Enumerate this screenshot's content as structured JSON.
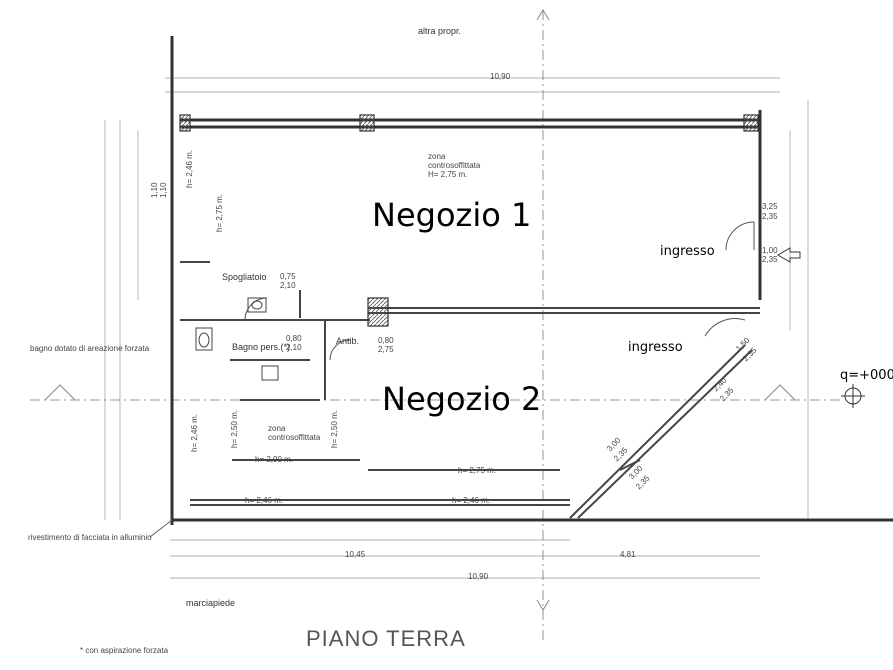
{
  "labels": {
    "altra_propr": "altra propr.",
    "negozio1": "Negozio 1",
    "negozio2": "Negozio 2",
    "ingresso1": "ingresso",
    "ingresso2": "ingresso",
    "zona_cs_top": "zona",
    "zona_cs_top2": "controsoffittata",
    "zona_cs_top3": "H= 2,75 m.",
    "zona_cs_bottom": "zona",
    "zona_cs_bottom2": "controsoffittata",
    "spogliatoio": "Spogliatoio",
    "spogliatoio_dim": "0,75",
    "spogliatoio_dim2": "2,10",
    "bagno_pers": "Bagno pers.(*)",
    "bagno_dim": "0,80",
    "bagno_dim2": "2,10",
    "antib": "Antib.",
    "antib_dim": "0,80",
    "antib_dim2": "2,75",
    "bagno_dotato": "bagno dotato di areazione forzata",
    "rivestimento": "rivestimento di facciata in alluminio",
    "marciapiede": "marciapiede",
    "piano_terra": "PIANO TERRA",
    "con_aspirazione": "* con aspirazione forzata",
    "quota": "q=+000",
    "h275_a": "h= 2,75 m.",
    "h246_a": "h= 2,46 m.",
    "h246_b": "h= 2,46 m.",
    "h290_a": "h= 2,90 m.",
    "h275_b": "h= 2,75 m.",
    "h246_c": "h= 2,46 m.",
    "h250_a": "h= 2,50 m.",
    "h250_b": "h= 2,50 m.",
    "h246_d": "h= 2,46 m.",
    "dim_325": "3,25",
    "dim_235a": "2,35",
    "dim_100": "1,00",
    "dim_235b": "2,35",
    "dim_150": "1,50",
    "dim_235c": "2,35",
    "dim_240": "2,40",
    "dim_235d": "2,35",
    "dim_300a": "3,00",
    "dim_235e": "2,35",
    "dim_300b": "3,00",
    "dim_235f": "2,35",
    "dim_110": "1,10",
    "dim_110b": "1,10",
    "dim_top_total": "10,90",
    "dim_bottom_1": "10,45",
    "dim_bottom_2": "10,90",
    "dim_bottom_3": "4,81"
  }
}
